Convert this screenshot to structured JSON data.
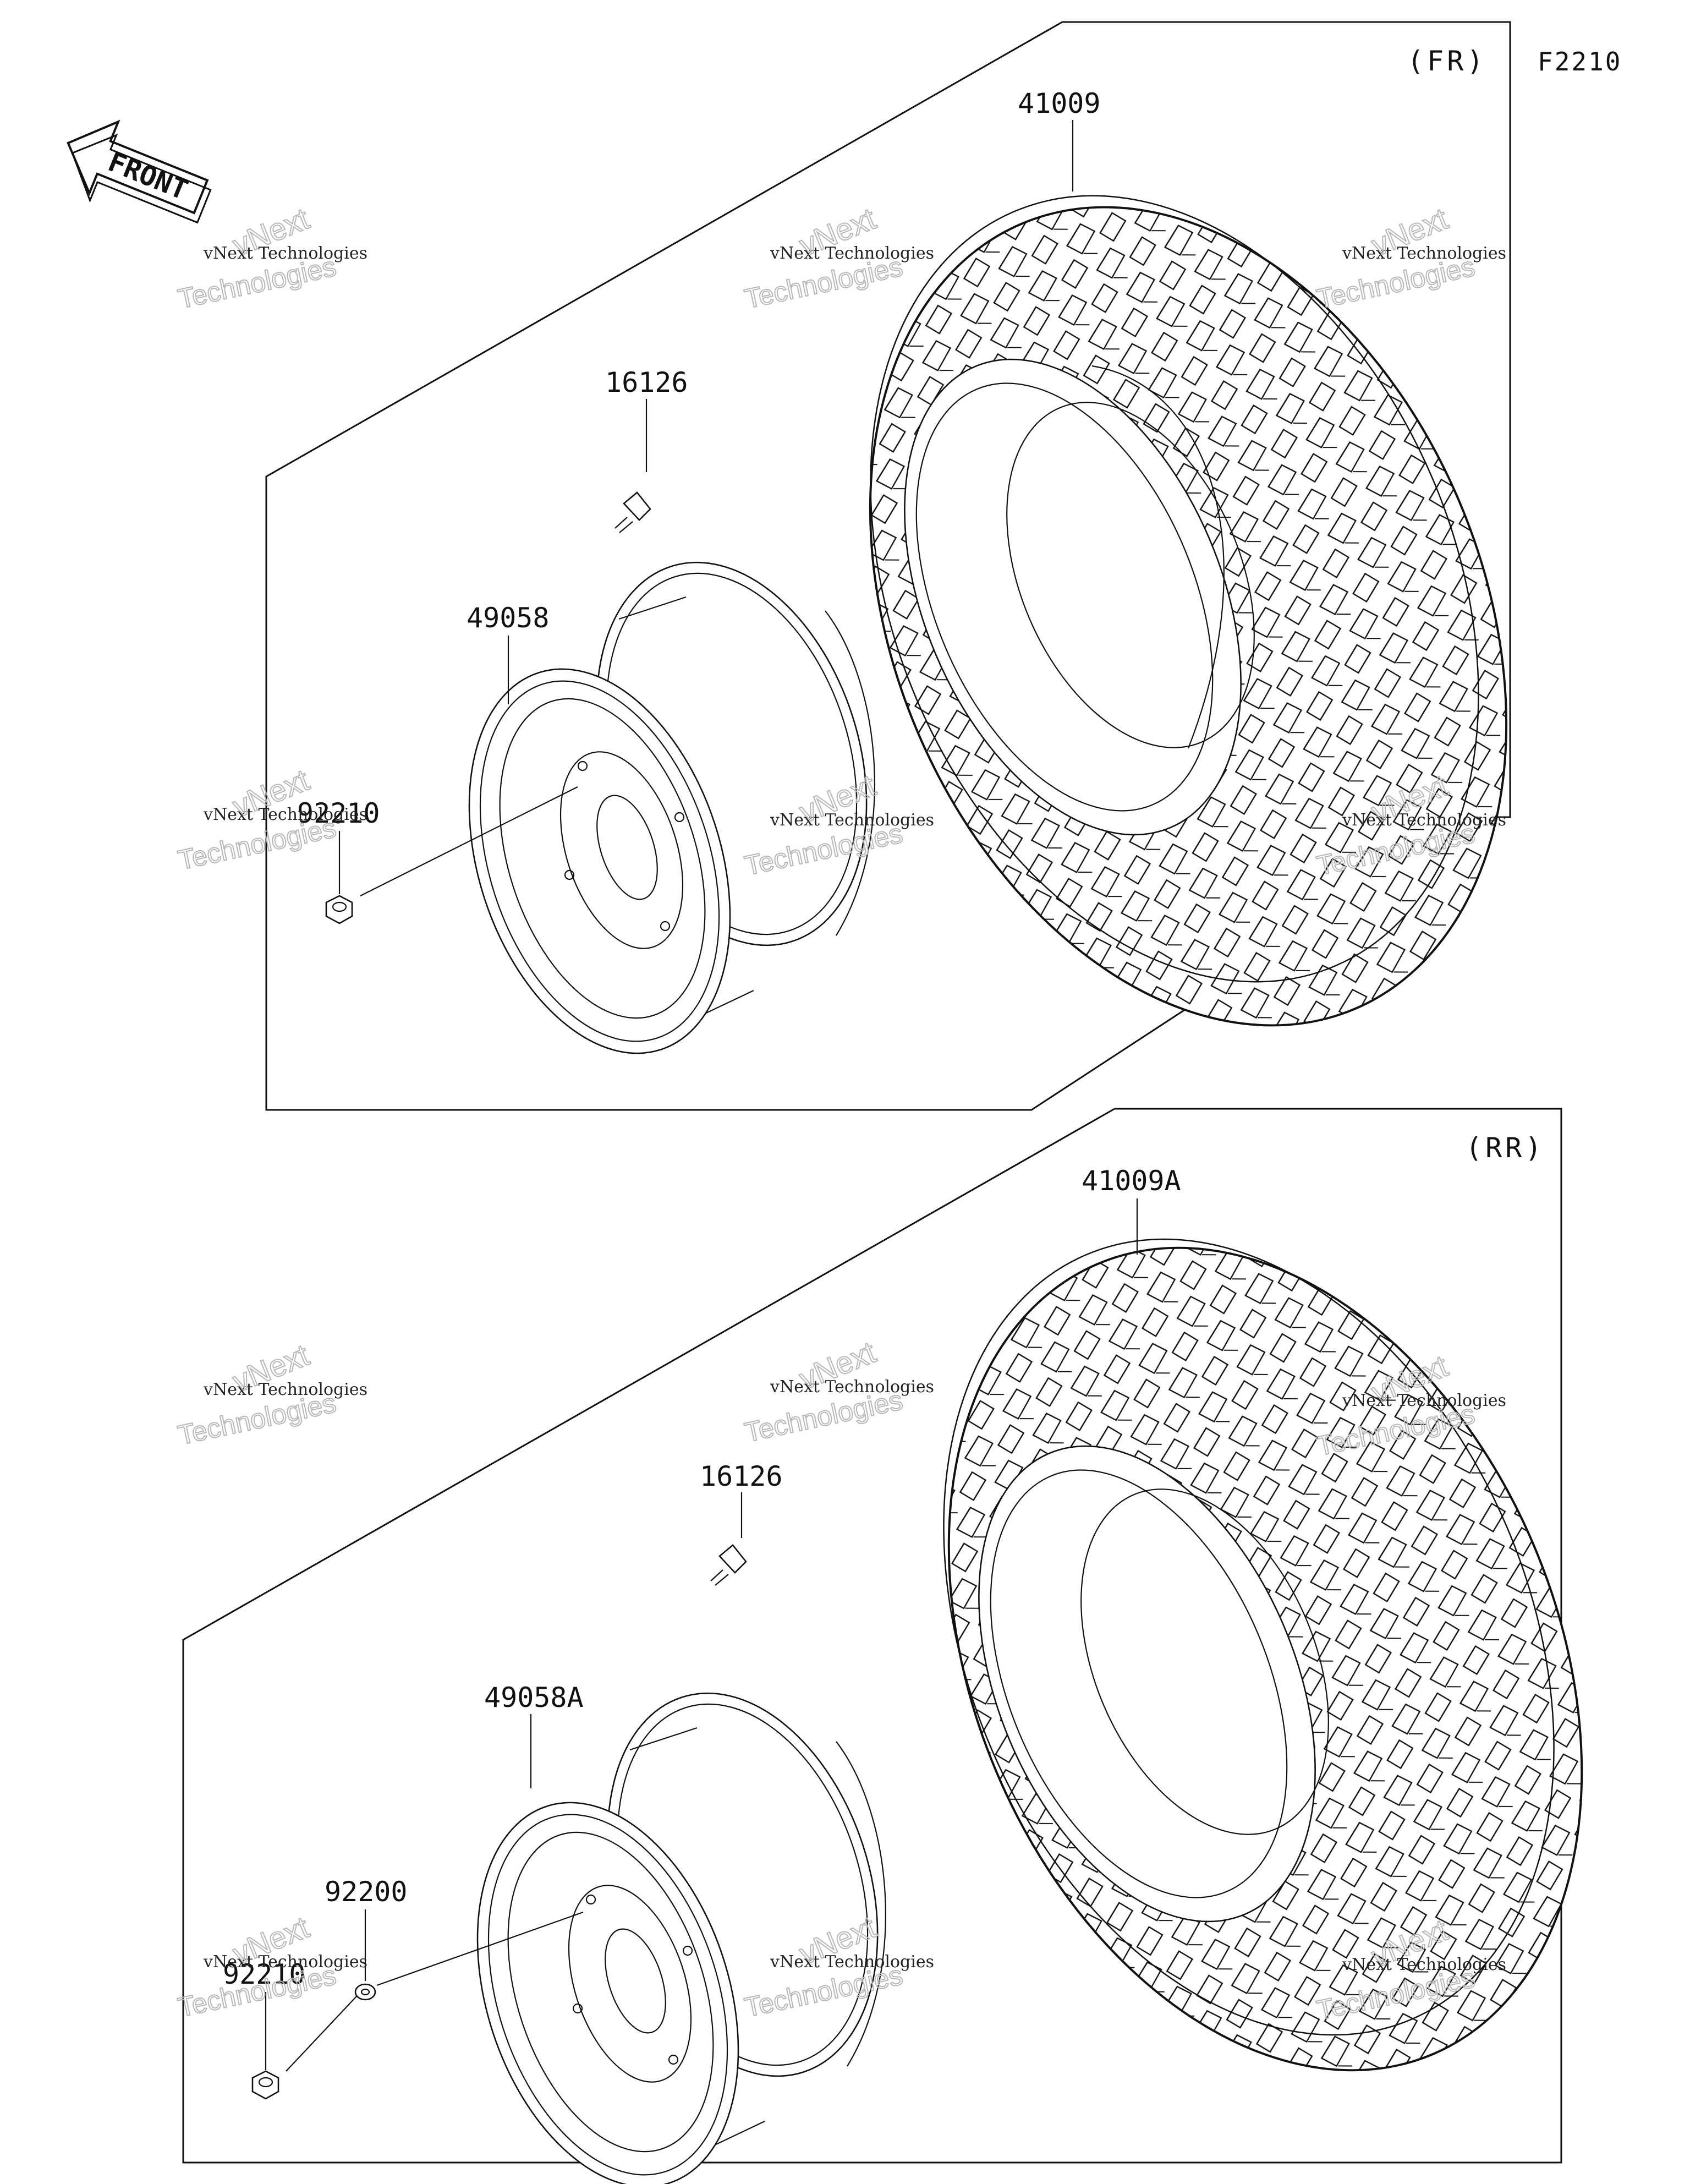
{
  "figure_code": "F2210",
  "front_arrow_label": "FRONT",
  "sections": {
    "front": {
      "label": "(FR)",
      "parts": {
        "tire": "41009",
        "valve": "16126",
        "wheel": "49058",
        "nut": "92210"
      }
    },
    "rear": {
      "label": "(RR)",
      "parts": {
        "tire": "41009A",
        "valve": "16126",
        "wheel": "49058A",
        "washer": "92200",
        "nut": "92210"
      }
    }
  },
  "watermark": {
    "line1": "vNext Technologies",
    "line2": "vNext",
    "line3": "Technologies"
  }
}
